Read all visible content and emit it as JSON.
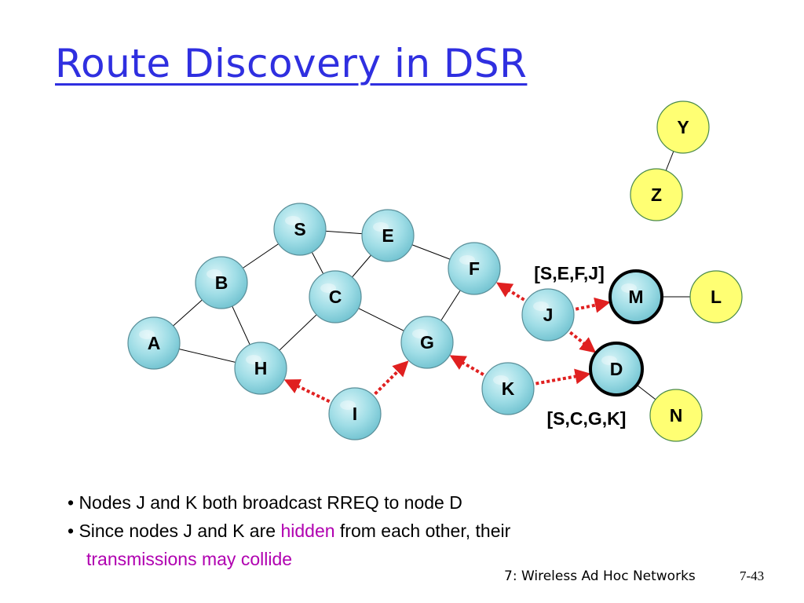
{
  "title": "Route Discovery in DSR",
  "colors": {
    "title": "#2f2fe0",
    "highlight": "#b000b0",
    "node_fill": "#9fdde6",
    "node_fill_yellow": "#ffff73",
    "arrow": "#e02020",
    "edge": "#000000"
  },
  "nodes": [
    {
      "id": "S",
      "label": "S",
      "style": "blue"
    },
    {
      "id": "E",
      "label": "E",
      "style": "blue"
    },
    {
      "id": "F",
      "label": "F",
      "style": "blue"
    },
    {
      "id": "B",
      "label": "B",
      "style": "blue"
    },
    {
      "id": "C",
      "label": "C",
      "style": "blue"
    },
    {
      "id": "A",
      "label": "A",
      "style": "blue"
    },
    {
      "id": "H",
      "label": "H",
      "style": "blue"
    },
    {
      "id": "G",
      "label": "G",
      "style": "blue"
    },
    {
      "id": "I",
      "label": "I",
      "style": "blue"
    },
    {
      "id": "J",
      "label": "J",
      "style": "blue"
    },
    {
      "id": "K",
      "label": "K",
      "style": "blue"
    },
    {
      "id": "M",
      "label": "M",
      "style": "blue-bold"
    },
    {
      "id": "D",
      "label": "D",
      "style": "blue-bold"
    },
    {
      "id": "Y",
      "label": "Y",
      "style": "yellow"
    },
    {
      "id": "Z",
      "label": "Z",
      "style": "yellow"
    },
    {
      "id": "L",
      "label": "L",
      "style": "yellow"
    },
    {
      "id": "N",
      "label": "N",
      "style": "yellow"
    }
  ],
  "edges": [
    [
      "S",
      "B"
    ],
    [
      "S",
      "E"
    ],
    [
      "S",
      "C"
    ],
    [
      "E",
      "C"
    ],
    [
      "E",
      "F"
    ],
    [
      "B",
      "A"
    ],
    [
      "B",
      "H"
    ],
    [
      "A",
      "H"
    ],
    [
      "C",
      "H"
    ],
    [
      "C",
      "G"
    ],
    [
      "F",
      "G"
    ],
    [
      "Y",
      "Z"
    ],
    [
      "M",
      "L"
    ],
    [
      "D",
      "N"
    ]
  ],
  "arrows": [
    {
      "from": "J",
      "to": "F"
    },
    {
      "from": "J",
      "to": "M"
    },
    {
      "from": "J",
      "to": "D"
    },
    {
      "from": "I",
      "to": "H"
    },
    {
      "from": "I",
      "to": "G"
    },
    {
      "from": "K",
      "to": "G"
    },
    {
      "from": "K",
      "to": "D"
    }
  ],
  "route_labels": [
    {
      "text": "[S,E,F,J]",
      "near": "J"
    },
    {
      "text": "[S,C,G,K]",
      "near": "K"
    }
  ],
  "bullets": {
    "line1": "• Nodes J and K both broadcast RREQ to node D",
    "line2_prefix": "• Since nodes J and K are ",
    "line2_highlight": "hidden",
    "line2_suffix": " from each other, their",
    "line3_highlight": "transmissions may collide"
  },
  "footer": {
    "text": "7: Wireless Ad Hoc Networks",
    "page": "7-43"
  }
}
